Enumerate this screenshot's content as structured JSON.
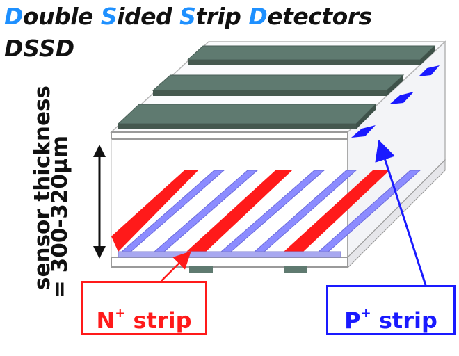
{
  "title": {
    "letters": [
      "D",
      "ouble ",
      "S",
      "ided ",
      "S",
      "trip ",
      "D",
      "etectors"
    ],
    "subtitle": "DSSD"
  },
  "thickness_label": {
    "line1": "sensor thickness",
    "line2": "= 300-320μm"
  },
  "n_strip": {
    "prefix": "N",
    "sup": "+",
    "suffix": " strip",
    "color": "#ff1a1a"
  },
  "p_strip": {
    "prefix": "P",
    "sup": "+",
    "suffix": " strip",
    "color": "#1a1aff"
  },
  "colors": {
    "accent": "#1e90ff",
    "top_strip": "#5f7a70",
    "n_strip": "#ff1a1a",
    "p_strip_face": "#8c8cff",
    "p_strip_edge": "#1a1aff",
    "sensor_edge": "#9a9a9a"
  }
}
